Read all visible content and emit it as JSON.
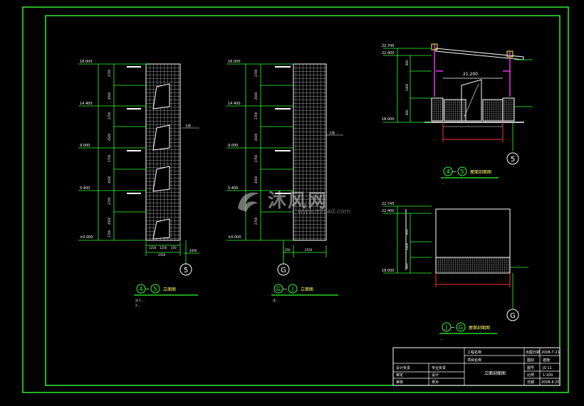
{
  "drawing": {
    "elev_left": {
      "levels": [
        "18.000",
        "14.400",
        "9.000",
        "5.400",
        "±0.000"
      ],
      "dims_v": [
        "2700",
        "4500",
        "2700",
        "4500",
        "2700",
        "4500",
        "2700",
        "4500",
        "2700"
      ],
      "dims_h": [
        "1250",
        "1250",
        "250"
      ],
      "dim_total": "2550",
      "dim_side": "4400",
      "note": "立面 …",
      "axis": "5",
      "title_left": "4",
      "title_right": "5",
      "title": "立面图",
      "remark_1": "注:1.…",
      "remark_2": "2.…"
    },
    "elev_mid": {
      "levels": [
        "18.000",
        "14.400",
        "9.000",
        "5.400",
        "±0.000"
      ],
      "dims_v": [
        "2700",
        "4500",
        "2700",
        "4500",
        "2700",
        "4500",
        "2700"
      ],
      "dim_left": "250",
      "dim_total": "2550",
      "note": "立面 …",
      "axis": "G",
      "title_left": "G",
      "title_right": "J",
      "title": "立面图",
      "remark_1": "注:…"
    },
    "section_top": {
      "levels": [
        "22.745",
        "22.400",
        "18.000"
      ],
      "dims_v": [
        "900",
        "3400",
        "900"
      ],
      "center_level": "21.200",
      "axis": "5",
      "title_left": "4",
      "title_right": "5",
      "title": "屋面剖面图",
      "remark": "…"
    },
    "section_bottom": {
      "levels": [
        "22.745",
        "22.400",
        "18.000"
      ],
      "dims_v": [
        "900",
        "3400",
        "900"
      ],
      "note": "…",
      "axis": "G",
      "title_left": "J",
      "title_right": "G",
      "title": "屋面剖面图",
      "remark": "…"
    },
    "watermark": {
      "brand": "沐风网",
      "url": "www.mfcad.com"
    }
  },
  "title_block": {
    "project_label": "工程名称",
    "project_sub": "项目名称",
    "drawing_name": "立面剖面图",
    "date_label": "出图日期",
    "date_value": "2008-7-21",
    "rows_left": [
      "设计负责",
      "审定",
      "审核"
    ],
    "rows_mid": [
      "专业负责",
      "设计",
      "校对"
    ],
    "rows_right_labels": [
      "图别",
      "图号",
      "比例",
      "日期"
    ],
    "rows_right_values": [
      "建施",
      "JS-11",
      "1:100",
      "2008.8.25"
    ]
  },
  "colors": {
    "border": "#33ff33",
    "dim": "#33ff33",
    "hatch": "#d0d0d0",
    "text": "#ffffff",
    "accent": "#ff33ff",
    "brace": "#ff3333"
  }
}
